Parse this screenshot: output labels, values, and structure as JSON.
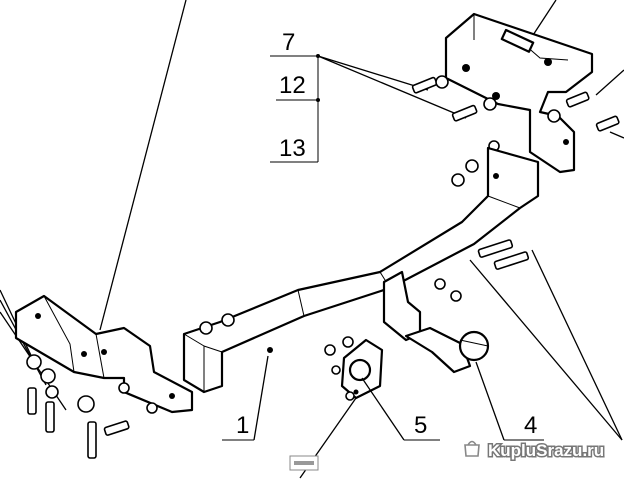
{
  "callouts": {
    "c7": "7",
    "c12": "12",
    "c13": "13",
    "c1": "1",
    "c5": "5",
    "c4": "4"
  },
  "watermark": {
    "text": "KupluSrazu.ru",
    "icon": "shopping-bag-icon",
    "color": "#ffffff"
  },
  "line_color": "#000000",
  "background": "#ffffff"
}
